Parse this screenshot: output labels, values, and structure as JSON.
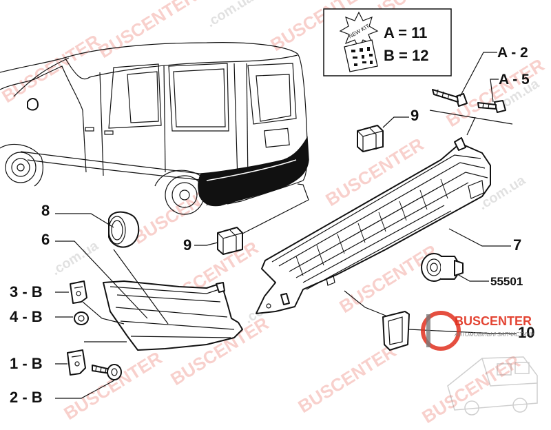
{
  "kit": {
    "badge_text": "NEW KIT",
    "line_a": "A = 11",
    "line_b": "B = 12"
  },
  "callouts": {
    "a2": "A - 2",
    "a5": "A - 5",
    "n9_top": "9",
    "n9_left": "9",
    "n8": "8",
    "n6": "6",
    "n7": "7",
    "n10": "10",
    "b3": "3 - B",
    "b4": "4 - B",
    "b1": "1 - B",
    "b2": "2 - B",
    "part_55501": "55501"
  },
  "logo": {
    "brand": "BUSCENTER",
    "tagline": "АВТОМОБІЛЬНІ ЗАПЧАСТИНИ"
  },
  "watermark": {
    "brand": "BUSCENTER",
    "domain": ".com.ua"
  },
  "colors": {
    "watermark_red": "#e0301e",
    "watermark_grey": "#7a7a7a",
    "line": "#111111"
  }
}
